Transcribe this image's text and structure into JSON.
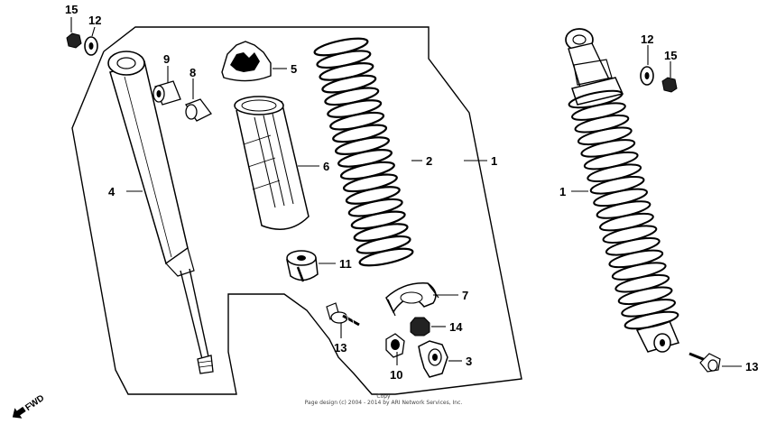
{
  "diagram": {
    "callouts": {
      "c1a": "1",
      "c1b": "1",
      "c2": "2",
      "c3": "3",
      "c4": "4",
      "c5": "5",
      "c6": "6",
      "c7": "7",
      "c8": "8",
      "c9": "9",
      "c10": "10",
      "c11": "11",
      "c12a": "12",
      "c12b": "12",
      "c13a": "13",
      "c13b": "13",
      "c14": "14",
      "c15a": "15",
      "c15b": "15"
    },
    "direction_label": "FWD"
  },
  "footer": {
    "line1": "Copy",
    "line2": "Page design (c) 2004 - 2014 by ARI Network Services, Inc."
  }
}
